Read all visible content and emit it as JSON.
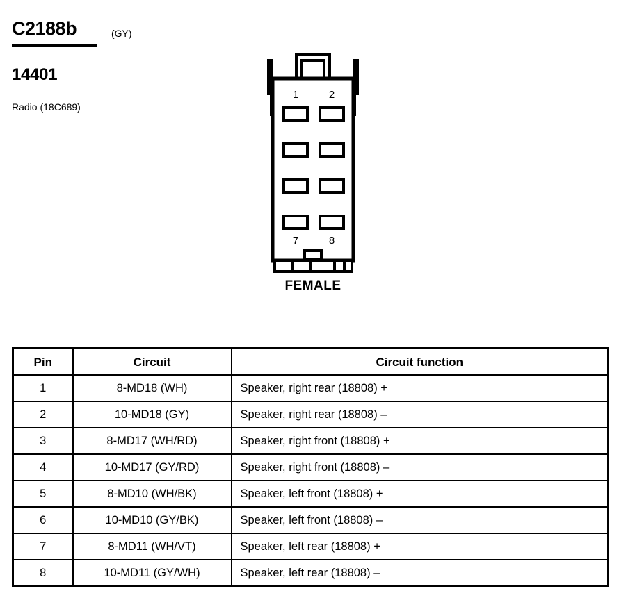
{
  "header": {
    "connector_id": "C2188b",
    "color_code": "(GY)",
    "part_number": "14401",
    "component_name": "Radio (18C689)"
  },
  "connector": {
    "gender_label": "FEMALE",
    "top_left_pin": "1",
    "top_right_pin": "2",
    "bottom_left_pin": "7",
    "bottom_right_pin": "8",
    "cavity_count": 8,
    "rows": 4,
    "columns": 2,
    "line_color": "#000000",
    "fill_color": "#ffffff"
  },
  "table": {
    "columns": [
      "Pin",
      "Circuit",
      "Circuit function"
    ],
    "rows": [
      {
        "pin": "1",
        "circuit": "8-MD18 (WH)",
        "function": "Speaker, right rear (18808) +"
      },
      {
        "pin": "2",
        "circuit": "10-MD18 (GY)",
        "function": "Speaker, right rear (18808) –"
      },
      {
        "pin": "3",
        "circuit": "8-MD17 (WH/RD)",
        "function": "Speaker, right front (18808) +"
      },
      {
        "pin": "4",
        "circuit": "10-MD17 (GY/RD)",
        "function": "Speaker, right front (18808) –"
      },
      {
        "pin": "5",
        "circuit": "8-MD10 (WH/BK)",
        "function": "Speaker, left front (18808) +"
      },
      {
        "pin": "6",
        "circuit": "10-MD10 (GY/BK)",
        "function": "Speaker, left front (18808) –"
      },
      {
        "pin": "7",
        "circuit": "8-MD11 (WH/VT)",
        "function": "Speaker, left rear (18808) +"
      },
      {
        "pin": "8",
        "circuit": "10-MD11 (GY/WH)",
        "function": "Speaker, left rear (18808) –"
      }
    ]
  }
}
